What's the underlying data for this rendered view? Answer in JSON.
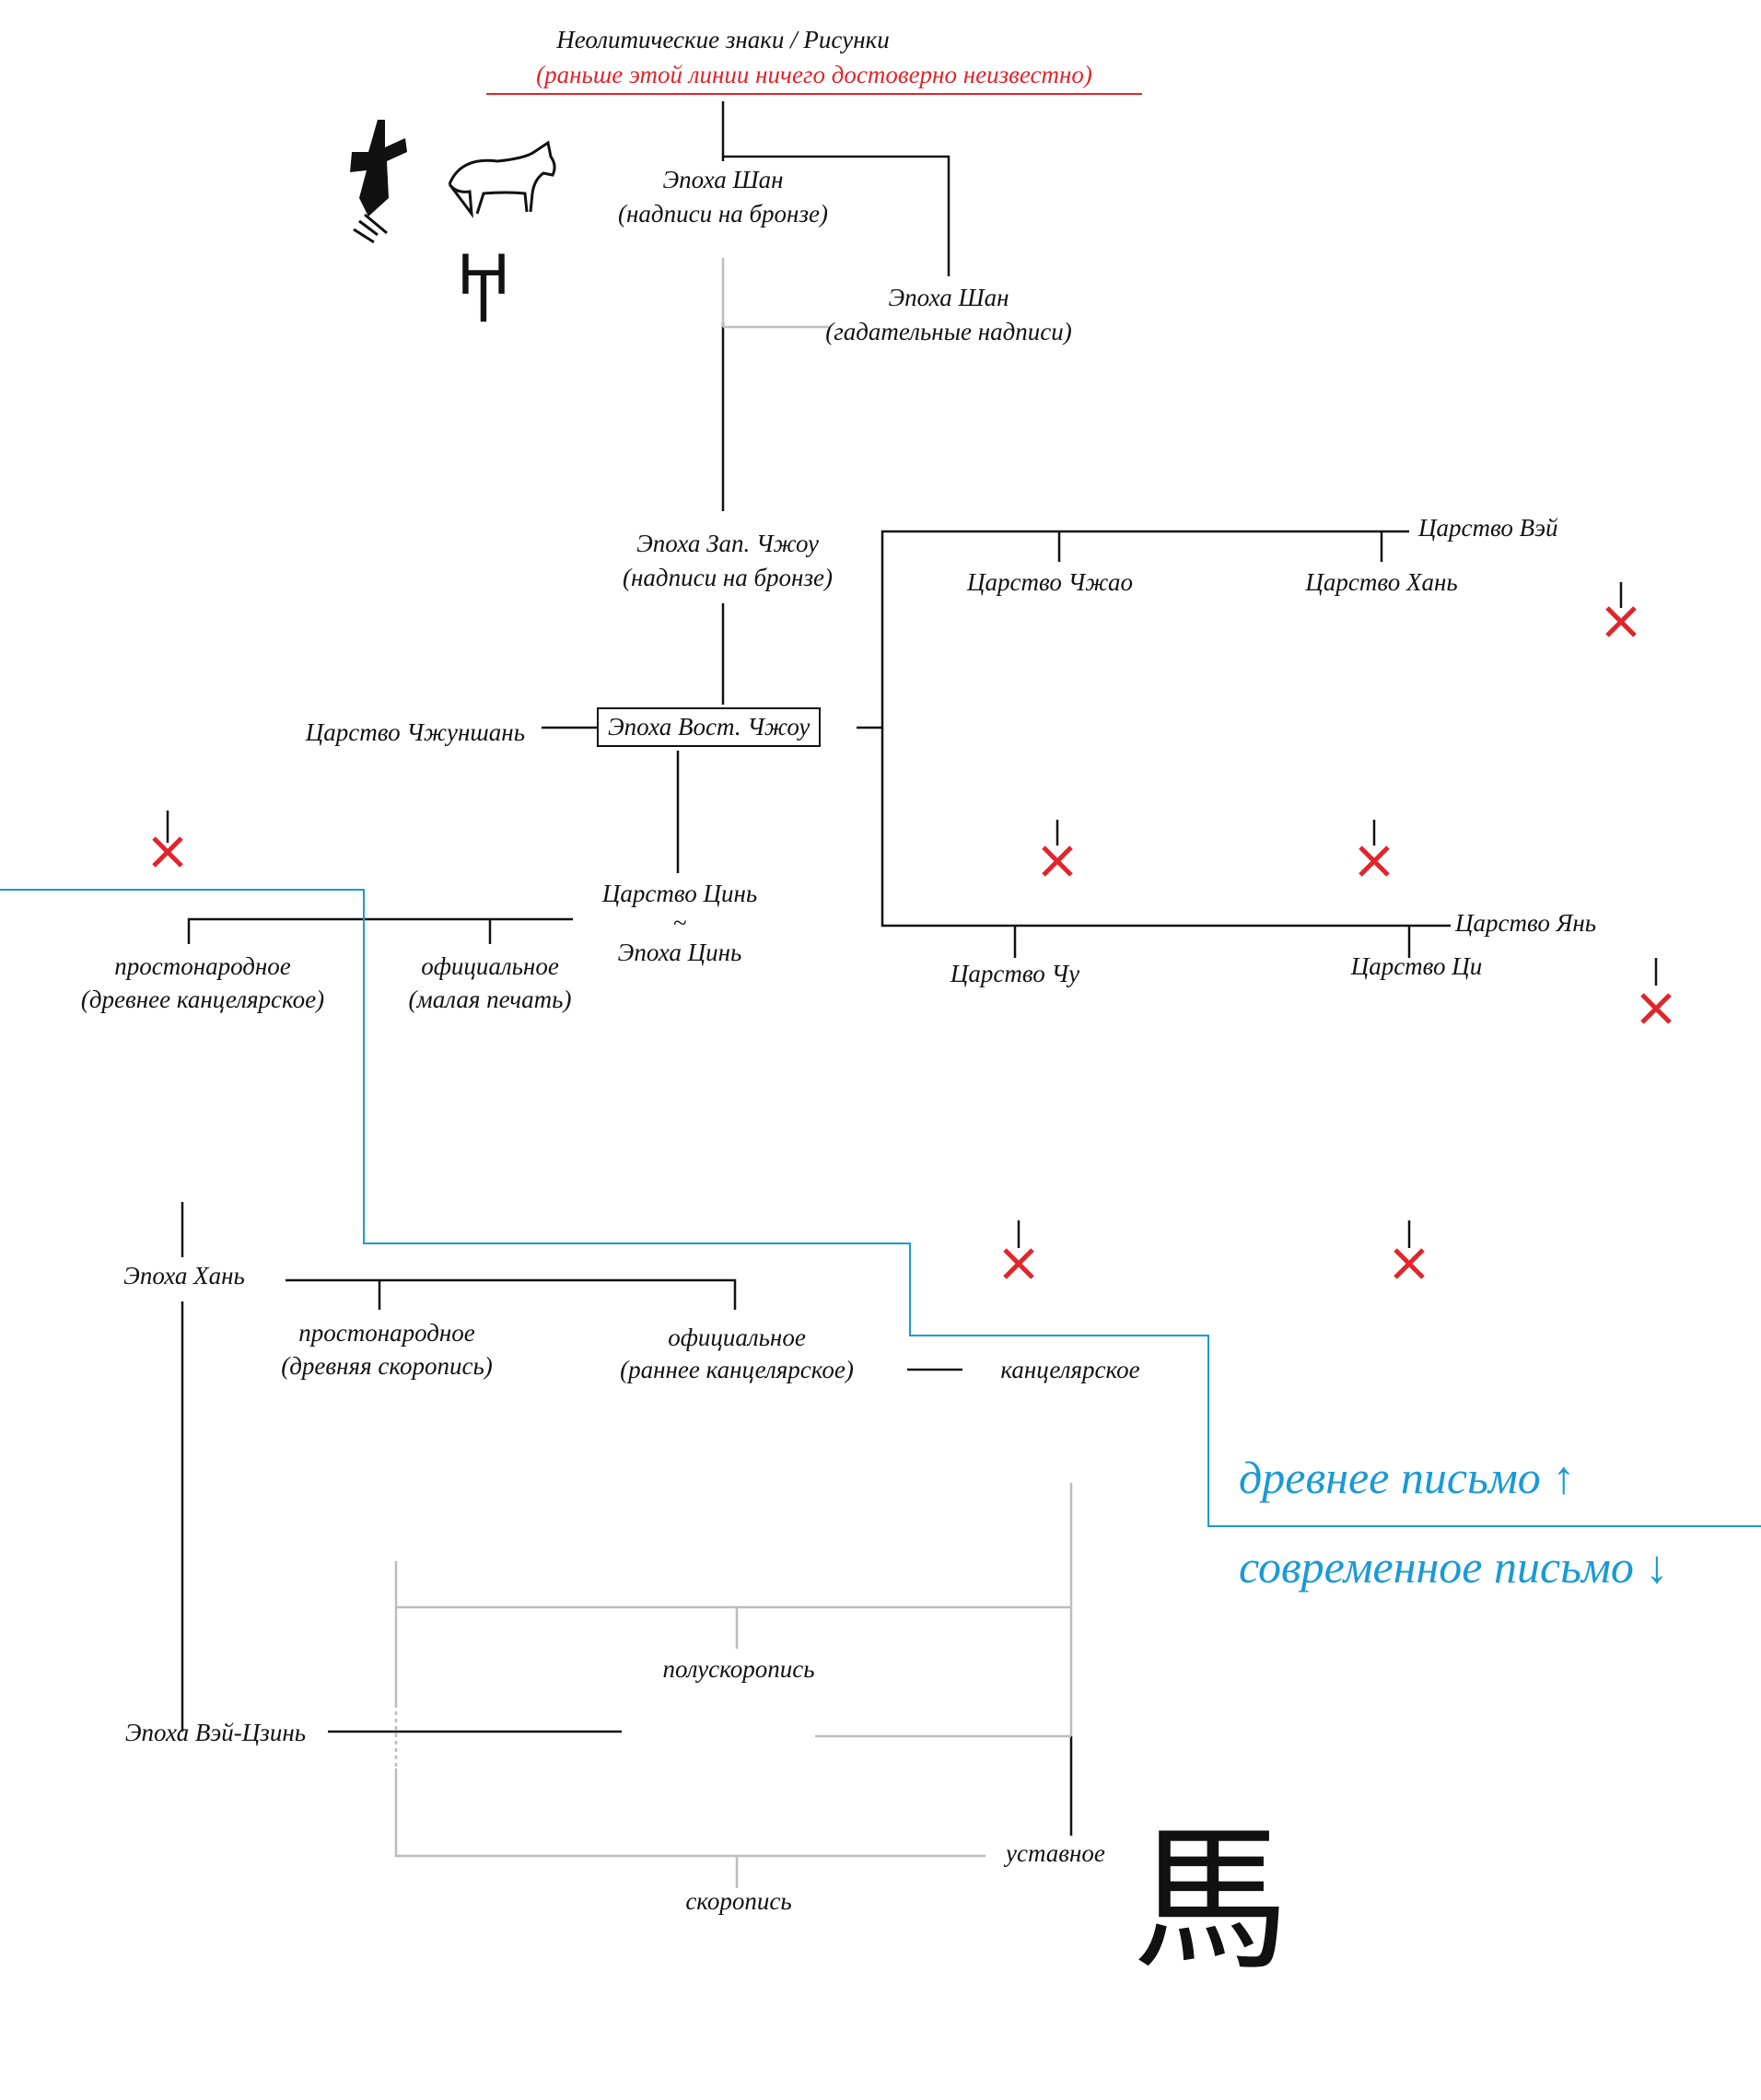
{
  "colors": {
    "line": "#111111",
    "gray_line": "#bdbdbd",
    "blue": "#1a9ad6",
    "red": "#e2242b"
  },
  "top": {
    "title": "Неолитические знаки / Рисунки",
    "note": "(раньше этой линии ничего достоверно неизвестно)"
  },
  "shang_bronze": {
    "title": "Эпоха Шан",
    "subtitle": "(надписи на бронзе)"
  },
  "shang_oracle": {
    "title": "Эпоха Шан",
    "subtitle": "(гадательные надписи)"
  },
  "west_zhou": {
    "title": "Эпоха Зап. Чжоу",
    "subtitle": "(надписи на бронзе)"
  },
  "east_zhou": {
    "title": "Эпоха Вост. Чжоу"
  },
  "zhongshan": {
    "title": "Царство Чжуншань"
  },
  "wei_state": {
    "title": "Царство Вэй"
  },
  "zhao": {
    "title": "Царство Чжао"
  },
  "han_state": {
    "title": "Царство Хань"
  },
  "yan": {
    "title": "Царство Янь"
  },
  "chu": {
    "title": "Царство Чу"
  },
  "qi": {
    "title": "Царство Ци"
  },
  "qin": {
    "title": "Царство Цинь",
    "tilde": "~",
    "title2": "Эпоха Цинь"
  },
  "qin_common": {
    "title": "простонародное",
    "subtitle": "(древнее канцелярское)"
  },
  "qin_official": {
    "title": "официальное",
    "subtitle": "(малая печать)"
  },
  "han_era": {
    "title": "Эпоха Хань"
  },
  "han_common": {
    "title": "простонародное",
    "subtitle": "(древняя скоропись)"
  },
  "han_official": {
    "title": "официальное",
    "subtitle": "(раннее канцелярское)"
  },
  "clerical": {
    "title": "канцелярское"
  },
  "ancient_writing": "древнее письмо ↑",
  "modern_writing": "современное письмо ↓",
  "semi_cursive": {
    "title": "полускоропись"
  },
  "wei_jin": {
    "title": "Эпоха Вэй-Цзинь"
  },
  "regular": {
    "title": "уставное",
    "char": "馬"
  },
  "cursive": {
    "title": "скоропись"
  },
  "icons": [
    "horse-drawing-icon",
    "ancient-character-icon",
    "extinct-cross-icon"
  ]
}
